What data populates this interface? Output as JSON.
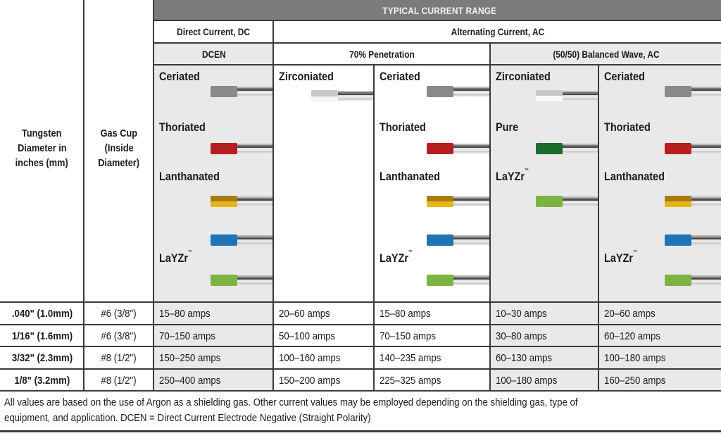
{
  "header": {
    "top_title": "TYPICAL CURRENT RANGE",
    "dc_group": "Direct Current, DC",
    "ac_group": "Alternating Current, AC",
    "dcen": "DCEN",
    "ac_70": "70% Penetration",
    "ac_balanced": "(50/50) Balanced Wave, AC"
  },
  "side_labels": {
    "tungsten": [
      "Tungsten",
      "Diameter in",
      "inches (mm)"
    ],
    "gas_cup": [
      "Gas Cup",
      "(Inside",
      "Diameter)"
    ]
  },
  "electrode_columns": [
    {
      "name": "DCEN",
      "items": [
        {
          "label": "Ceriated",
          "color": "#8a8a8a",
          "tm": false
        },
        {
          "label": "Thoriated",
          "color": "#b81e1e",
          "tm": false
        },
        {
          "label": "Lanthanated",
          "color": "#d9a514",
          "tm": false
        },
        {
          "label": "",
          "color": "#1f74b8",
          "tm": false
        },
        {
          "label": "LaYZr",
          "color": "#7cb342",
          "tm": true
        }
      ]
    },
    {
      "name": "70% Zirconiated",
      "items": [
        {
          "label": "Zirconiated",
          "color": "#d4d4d4",
          "tm": false
        }
      ]
    },
    {
      "name": "70% Ceriated group",
      "items": [
        {
          "label": "Ceriated",
          "color": "#8a8a8a",
          "tm": false
        },
        {
          "label": "Thoriated",
          "color": "#b81e1e",
          "tm": false
        },
        {
          "label": "Lanthanated",
          "color": "#d9a514",
          "tm": false
        },
        {
          "label": "",
          "color": "#1f74b8",
          "tm": false
        },
        {
          "label": "LaYZr",
          "color": "#7cb342",
          "tm": true
        }
      ]
    },
    {
      "name": "Balanced Zirconiated group",
      "items": [
        {
          "label": "Zirconiated",
          "color": "#dcdcdc",
          "tm": false
        },
        {
          "label": "Pure",
          "color": "#1b6b2a",
          "tm": false
        },
        {
          "label": "LaYZr",
          "color": "#7cb342",
          "tm": true
        }
      ]
    },
    {
      "name": "Balanced Ceriated group",
      "items": [
        {
          "label": "Ceriated",
          "color": "#8a8a8a",
          "tm": false
        },
        {
          "label": "Thoriated",
          "color": "#b81e1e",
          "tm": false
        },
        {
          "label": "Lanthanated",
          "color": "#d9a514",
          "tm": false
        },
        {
          "label": "",
          "color": "#1f74b8",
          "tm": false
        },
        {
          "label": "LaYZr",
          "color": "#7cb342",
          "tm": true
        }
      ]
    }
  ],
  "tm_mark": "™",
  "rows": [
    {
      "diameter": ".040\" (1.0mm)",
      "gas_cup": "#6 (3/8\")",
      "dcen": "15–80 amps",
      "ac70_zr": "20–60 amps",
      "ac70_ce": "15–80 amps",
      "bal_zr": "10–30 amps",
      "bal_ce": "20–60 amps"
    },
    {
      "diameter": "1/16\" (1.6mm)",
      "gas_cup": "#6 (3/8\")",
      "dcen": "70–150 amps",
      "ac70_zr": "50–100 amps",
      "ac70_ce": "70–150 amps",
      "bal_zr": "30–80 amps",
      "bal_ce": "60–120 amps"
    },
    {
      "diameter": "3/32\" (2.3mm)",
      "gas_cup": "#8 (1/2\")",
      "dcen": "150–250 amps",
      "ac70_zr": "100–160 amps",
      "ac70_ce": "140–235 amps",
      "bal_zr": "60–130 amps",
      "bal_ce": "100–180 amps"
    },
    {
      "diameter": "1/8\" (3.2mm)",
      "gas_cup": "#8 (1/2\")",
      "dcen": "250–400 amps",
      "ac70_zr": "150–200 amps",
      "ac70_ce": "225–325 amps",
      "bal_zr": "100–180 amps",
      "bal_ce": "160–250 amps"
    }
  ],
  "footer": {
    "line1": "All values are based on the use of Argon as a shielding gas. Other current values may be employed depending on the shielding gas, type of",
    "line2": "equipment, and application. DCEN = Direct Current Electrode Negative (Straight Polarity)"
  }
}
